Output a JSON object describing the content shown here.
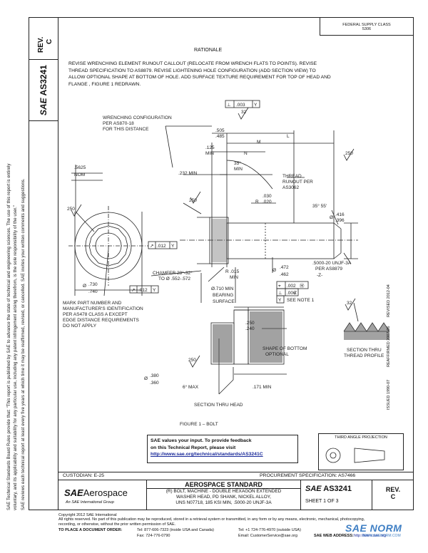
{
  "side_notice": {
    "line1": "SAE Technical Standards Board Rules provide that: \"This report is published by SAE to advance the state of technical and engineering sciences. The use of this report is entirely",
    "line2": "voluntary, and its applicability and suitability for any particular use, including any patent infringement arising therefrom, is the sole responsibility of the user.\"",
    "line3": "SAE reviews each technical report at least every five years at which time it may be reaffirmed, revised, or cancelled. SAE invites your written comments and suggestions."
  },
  "rev_header": {
    "label": "REV.",
    "value": "C"
  },
  "doc_number_vertical": "AS3241",
  "sae_logo": "SAE",
  "top_right_box": {
    "line1": "FEDERAL SUPPLY CLASS",
    "line2": "5306"
  },
  "rationale": {
    "title": "RATIONALE",
    "lines": [
      "REVISE WRENCHING ELEMENT RUNOUT CALLOUT (RELOCATE FROM WRENCH FLATS TO POINTS). REVISE",
      "THREAD SPECIFICATION TO AS8879. REVISE LIGHTENING HOLE CONFIGURATION (ADD SECTION VIEW) TO",
      "ALLOW OPTIONAL SHAPE AT BOTTOM OF HOLE. ADD SURFACE TEXTURE REQUIREMENT FOR TOP OF HEAD AND",
      "FLANGE , FIGURE 1 REDRAWN."
    ]
  },
  "drawing": {
    "wrenching_config": [
      "WRENCHING CONFIGURATION",
      "PER AS870-18",
      "FOR THIS DISTANCE"
    ],
    "flatness": ".003",
    "flatness_datum": "Y",
    "finish_top": "32",
    "dim_505": ".505",
    "dim_485": ".485",
    "dim_l": "L",
    "dim_m": "M",
    "dim_n": "N",
    "dim_125": ".125",
    "dim_min": "MIN",
    "angle_35": "35°",
    "angle_min": "MIN",
    "finish_250a": "250",
    "dim_5625": ".5625",
    "dim_nom": "NOM",
    "dim_232": ".232 MIN",
    "thread_runout": [
      "THREAD",
      "RUNOUT PER",
      "AS3062"
    ],
    "finish_250b": "250",
    "r_030": ".030",
    "r_020": ".020",
    "r_label": "R",
    "angle_35_55": "35° 55'",
    "dim_416": ".416",
    "dim_396": ".396",
    "dia": "Ø",
    "finish_250c": "250",
    "runout_012": ".012",
    "runout_datum": "Y",
    "chamfer": [
      "CHAMFER 28°-32°",
      "TO Ø .552-.572"
    ],
    "r_015": "R .015",
    "r_015_min": "MIN",
    "dim_472": ".472",
    "dim_462": ".462",
    "thread_spec": [
      ".5000-20 UNJF-3A",
      "PER AS8879"
    ],
    "datum_z": "-Z-",
    "tol_002": ".002",
    "tol_002_mod": "Ⓜ",
    "tol_006": ".006",
    "datum_z2": "Z",
    "see_note": "SEE NOTE 1",
    "datum_y": "Y",
    "dim_730": ".730",
    "dim_740": ".740",
    "runout_012b": ".012",
    "runout_datum_b": "Y",
    "dia_710": "Ø.710 MIN",
    "bearing": [
      "BEARING",
      "SURFACE"
    ],
    "mark_part": [
      "MARK PART NUMBER AND",
      "MANUFACTURER'S IDENTIFICATION",
      "PER AS478 CLASS A EXCEPT",
      "EDGE DISTANCE REQUIREMENTS",
      "DO NOT APPLY"
    ],
    "finish_32b": "32",
    "section_thru": [
      "SECTION THRU",
      "THREAD PROFILE"
    ],
    "dim_250": ".250",
    "dim_240": ".240",
    "shape_bottom": [
      "SHAPE OF BOTTOM",
      "OPTIONAL"
    ],
    "finish_250d": "250",
    "dim_380": ".380",
    "dim_360": ".360",
    "angle_6": "6° MAX",
    "dim_171": ".171 MIN",
    "section_head": "SECTION THRU HEAD",
    "figure": "FIGURE 1 – BOLT",
    "side_dates": [
      "ISSUED 1990-07",
      "REAFFIRMED 2007-06",
      "REVISED 2012-04"
    ]
  },
  "feedback": {
    "line1": "SAE values your input. To provide feedback",
    "line2": "on this Technical Report, please visit",
    "link": "http://www.sae.org/technical/standards/AS3241C"
  },
  "projection": {
    "label": "THIRD ANGLE PROJECTION"
  },
  "custodian": "CUSTODIAN: E-25",
  "procurement": "PROCUREMENT SPECIFICATION: AS7466",
  "title_block": {
    "brand": "SAE",
    "brand2": "Aerospace",
    "brand_sub": "An SAE International Group",
    "heading": "AEROSPACE STANDARD",
    "desc": [
      "(R) BOLT, MACHINE - DOUBLE HEXAGON EXTENDED",
      "WASHER HEAD, PD SHANK, NICKEL ALLOY,",
      "UNS N07718, 185 KSI MIN, .5000-20 UNJF-3A"
    ],
    "doc_logo": "SAE",
    "doc_no": "AS3241",
    "sheet": "SHEET 1 OF 3",
    "rev_label": "REV.",
    "rev_value": "C"
  },
  "footer": {
    "copyright1": "Copyright 2012 SAE International",
    "copyright2": "All rights reserved. No part of this publication may be reproduced, stored in a retrieval system or transmitted, in any form or by any means, electronic, mechanical, photocopying,",
    "copyright3": "recording, or otherwise, without the prior written permission of SAE.",
    "order_label": "TO PLACE A DOCUMENT ORDER:",
    "tel": "Tel: 877-606-7323 (inside USA and Canada)",
    "tel2": "Tel: +1 724-776-4970 (outside USA)",
    "fax": "Fax: 724-776-0790",
    "email": "Email: CustomerService@sae.org",
    "web": "SAE WEB ADDRESS:",
    "web_url": "http://www.sae.org",
    "watermark": "SAE NORM",
    "watermark_sub": "WWW.SAENORM.COM"
  }
}
